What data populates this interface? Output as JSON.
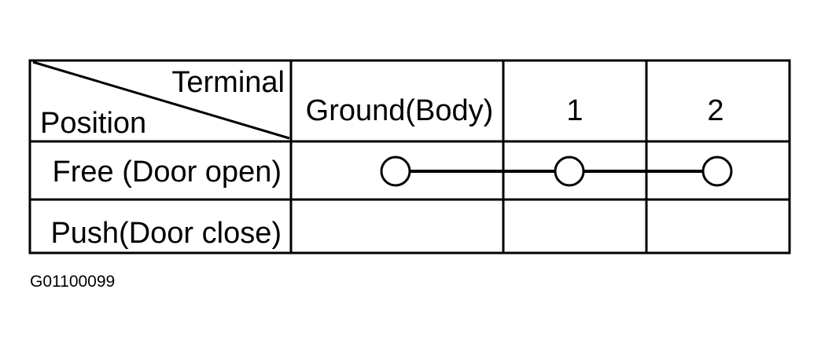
{
  "table": {
    "corner": {
      "column_header": "Terminal",
      "row_header": "Position"
    },
    "columns": [
      "Ground(Body)",
      "1",
      "2"
    ],
    "rows": [
      {
        "label": "Free (Door open)",
        "continuity": [
          true,
          true,
          true
        ]
      },
      {
        "label": "Push(Door close)",
        "continuity": [
          false,
          false,
          false
        ]
      }
    ]
  },
  "figure_id": "G01100099",
  "colors": {
    "line": "#000000",
    "background": "#ffffff"
  }
}
